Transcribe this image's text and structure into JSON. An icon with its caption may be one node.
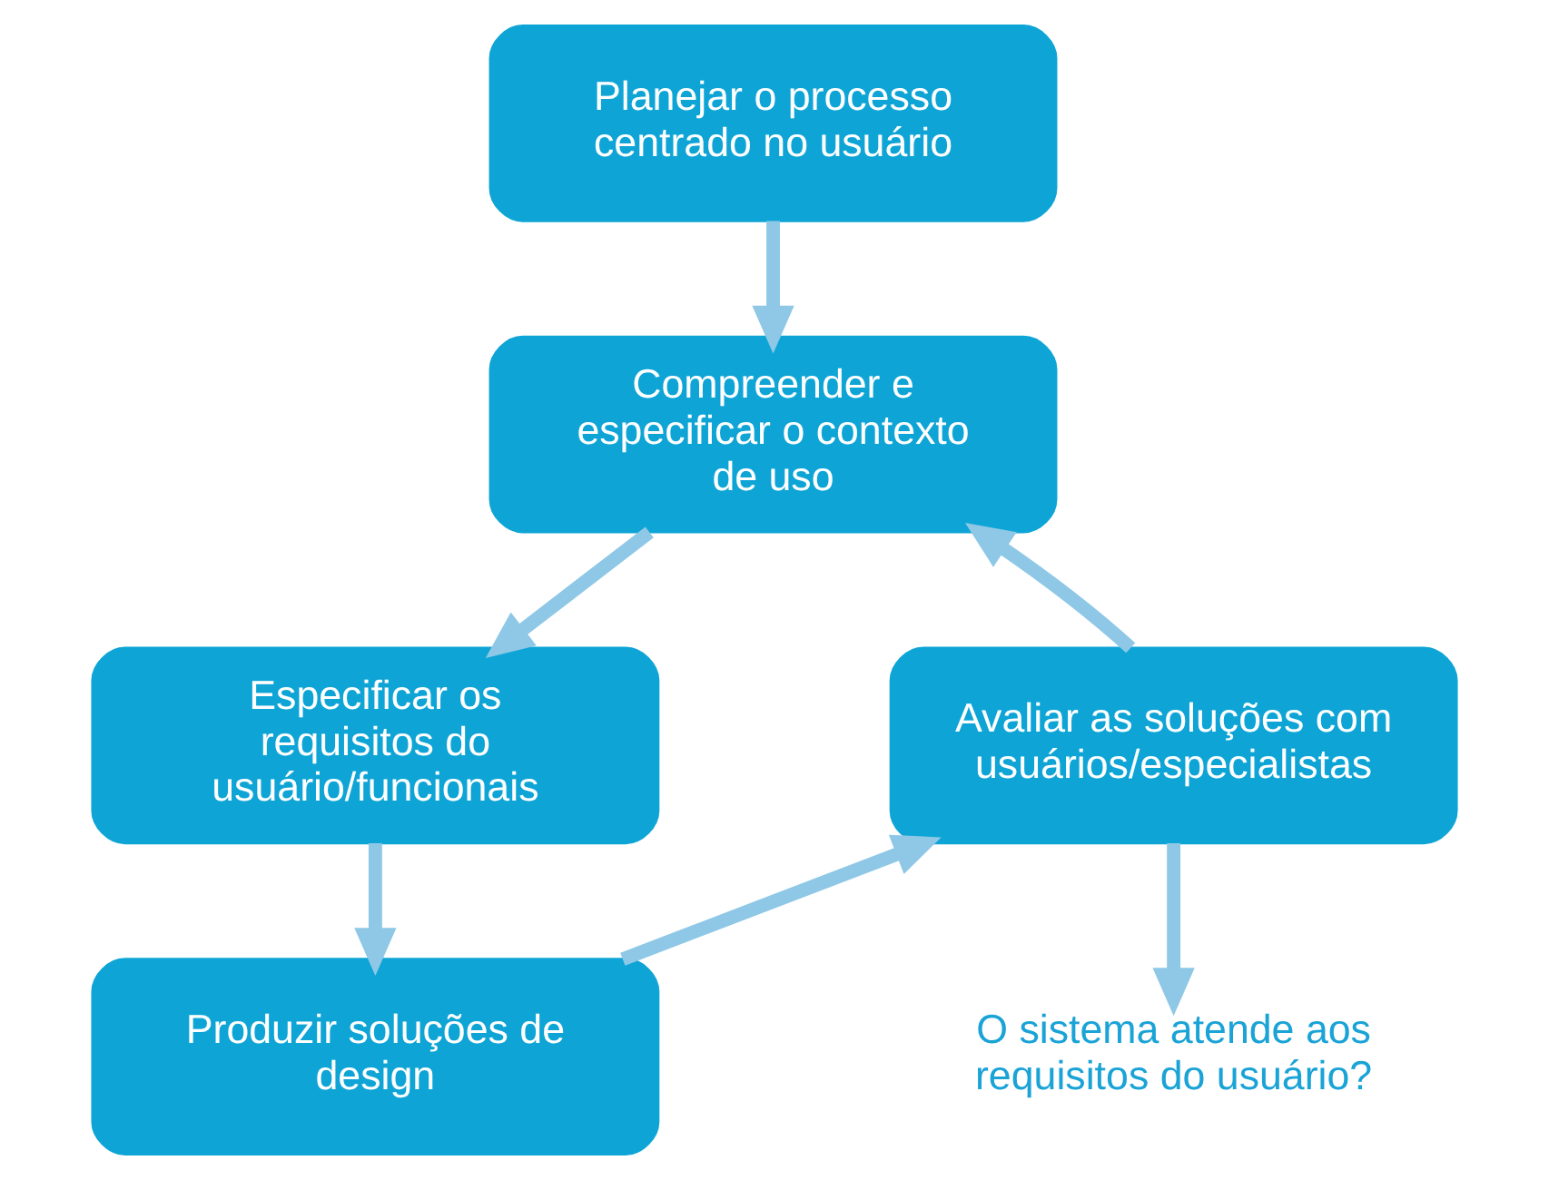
{
  "diagram": {
    "nodes": [
      {
        "text": [
          "Planejar o processo centrado no usuário"
        ]
      },
      {
        "text": [
          "Compreender e especificar o contexto de uso"
        ]
      },
      {
        "text": [
          "Especificar os requisitos do usuário/funcionais"
        ]
      },
      {
        "text": [
          "Produzir soluções de design"
        ]
      },
      {
        "text": [
          "Avaliar as soluções com usuários/especialistas"
        ]
      },
      {
        "text": [
          "O sistema atende aos requisitos do usuário?"
        ]
      }
    ],
    "edges": [
      {
        "from": 0,
        "to": 1,
        "arrow": "to"
      },
      {
        "from": 1,
        "to": 2,
        "arrow": "to"
      },
      {
        "from": 2,
        "to": 3,
        "arrow": "to"
      },
      {
        "from": 3,
        "to": 4,
        "arrow": "to"
      },
      {
        "from": 4,
        "to": 1,
        "arrow": "to"
      },
      {
        "from": 4,
        "to": 5,
        "arrow": "to"
      }
    ]
  }
}
